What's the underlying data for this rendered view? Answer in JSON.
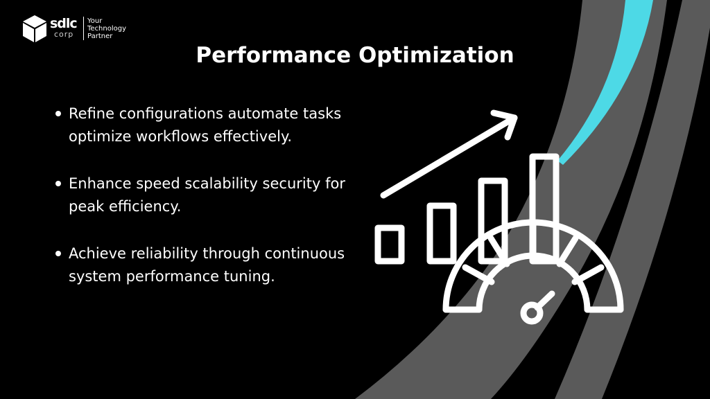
{
  "logo": {
    "wordmark": "sdlc",
    "sub": "corp",
    "tagline": [
      "Your",
      "Technology",
      "Partner"
    ],
    "icon": "cube-logo-icon"
  },
  "title": "Performance Optimization",
  "bullets": [
    "Refine configurations automate tasks optimize workflows effectively.",
    "Enhance speed scalability security for peak efficiency.",
    "Achieve reliability through continuous system performance tuning."
  ],
  "illustration": {
    "icon": "performance-gauge-growth-icon"
  },
  "colors": {
    "background": "#000000",
    "text": "#ffffff",
    "stripe_gray": "#5a5a5a",
    "accent_cyan": "#4dd9e6"
  }
}
